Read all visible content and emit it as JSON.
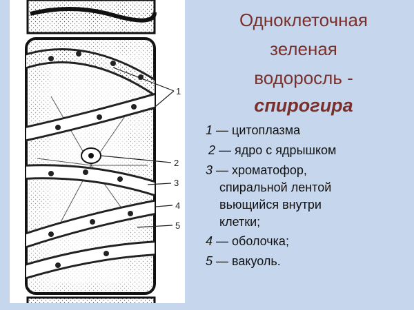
{
  "title": {
    "line1": "Одноклеточная",
    "line2": "зеленая",
    "line3": "водоросль -",
    "line4": "спирогира"
  },
  "legend": [
    {
      "num": "1",
      "text": "— цитоплазма"
    },
    {
      "num": "2",
      "text": "— ядро с ядрышком"
    },
    {
      "num": "3",
      "text": "— хроматофор,"
    },
    {
      "num": "",
      "text": "спиральной лентой"
    },
    {
      "num": "",
      "text": "вьющийся внутри"
    },
    {
      "num": "",
      "text": "клетки;"
    },
    {
      "num": "4",
      "text": "— оболочка;"
    },
    {
      "num": "5",
      "text": "— вакуоль."
    }
  ],
  "figure": {
    "callouts": [
      "1",
      "2",
      "3",
      "4",
      "5"
    ]
  },
  "colors": {
    "background": "#c6d7ed",
    "title": "#7a2f2a",
    "text": "#111111"
  }
}
